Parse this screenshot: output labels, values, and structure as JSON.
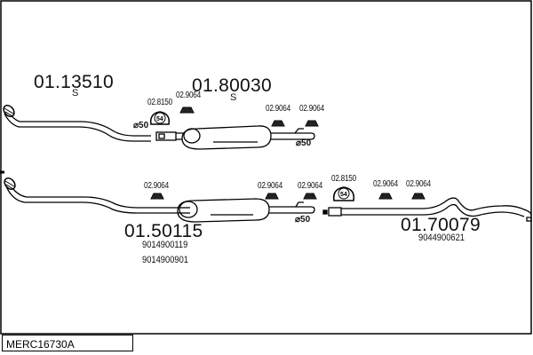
{
  "diagram": {
    "title_code": "MERC16730A",
    "parts": [
      {
        "id": "part-01-13510",
        "number": "01.13510",
        "sub": "S"
      },
      {
        "id": "part-01-80030",
        "number": "01.80030",
        "sub": "S"
      },
      {
        "id": "part-01-50115",
        "number": "01.50115",
        "refs": [
          "9014900119",
          "9014900901"
        ]
      },
      {
        "id": "part-01-70079",
        "number": "01.70079",
        "refs": [
          "9044900621"
        ]
      }
    ],
    "fittings": {
      "hanger_label": "02.9064",
      "clamp_label": "02.8150",
      "clamp_size": "54",
      "diameter_label": "⌀50"
    }
  }
}
